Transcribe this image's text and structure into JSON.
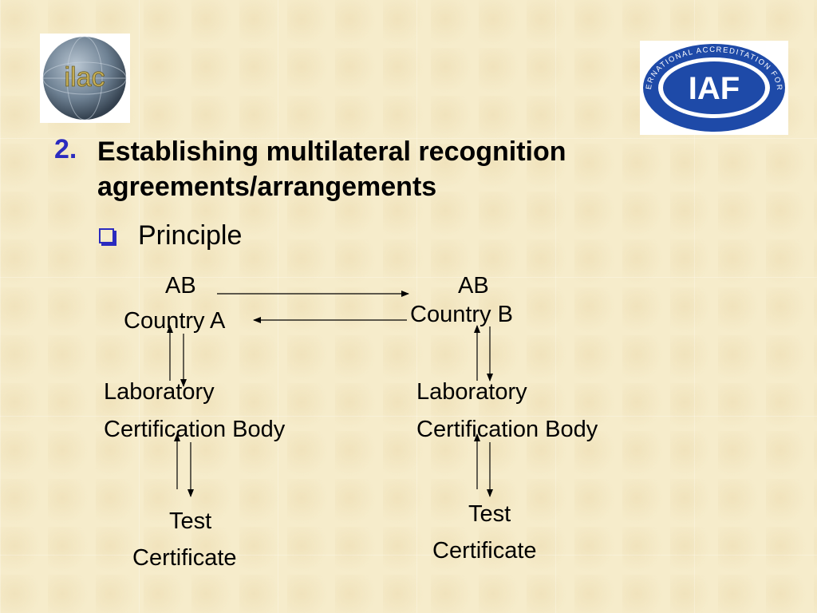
{
  "heading": {
    "number": "2.",
    "text": "Establishing multilateral recognition agreements/arrangements"
  },
  "subbullet": {
    "label": "Principle"
  },
  "logos": {
    "ilac": {
      "text": "ilac"
    },
    "iaf": {
      "abbrev": "IAF",
      "ring_text": "INTERNATIONAL ACCREDITATION FORUM"
    }
  },
  "diagram": {
    "left": {
      "ab": "AB",
      "country": "Country A",
      "lab": "Laboratory",
      "cert_body": "Certification Body",
      "test": "Test",
      "certificate": "Certificate"
    },
    "right": {
      "ab": "AB",
      "country": "Country B",
      "lab": "Laboratory",
      "cert_body": "Certification Body",
      "test": "Test",
      "certificate": "Certificate"
    }
  },
  "colors": {
    "background": "#f6eccb",
    "accent_blue": "#2b2bbf",
    "iaf_blue": "#1e4aa8"
  }
}
